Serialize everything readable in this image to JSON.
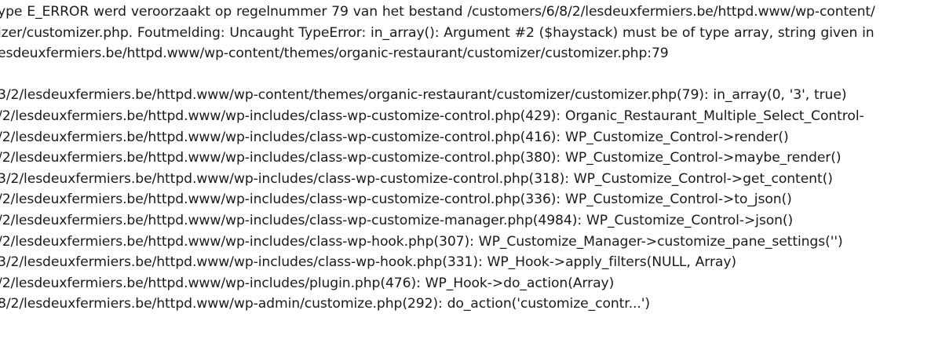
{
  "error": {
    "message_lines": [
      "ype E_ERROR werd veroorzaakt op regelnummer 79 van het bestand /customers/6/8/2/lesdeuxfermiers.be/httpd.www/wp-content/",
      "izer/customizer.php. Foutmelding: Uncaught TypeError: in_array(): Argument #2 ($haystack) must be of type array, string given in",
      "esdeuxfermiers.be/httpd.www/wp-content/themes/organic-restaurant/customizer/customizer.php:79"
    ],
    "stack_trace": [
      "3/2/lesdeuxfermiers.be/httpd.www/wp-content/themes/organic-restaurant/customizer/customizer.php(79): in_array(0, '3', true)",
      "/2/lesdeuxfermiers.be/httpd.www/wp-includes/class-wp-customize-control.php(429): Organic_Restaurant_Multiple_Select_Control-",
      "/2/lesdeuxfermiers.be/httpd.www/wp-includes/class-wp-customize-control.php(416): WP_Customize_Control->render()",
      "/2/lesdeuxfermiers.be/httpd.www/wp-includes/class-wp-customize-control.php(380): WP_Customize_Control->maybe_render()",
      "3/2/lesdeuxfermiers.be/httpd.www/wp-includes/class-wp-customize-control.php(318): WP_Customize_Control->get_content()",
      "/2/lesdeuxfermiers.be/httpd.www/wp-includes/class-wp-customize-control.php(336): WP_Customize_Control->to_json()",
      "/2/lesdeuxfermiers.be/httpd.www/wp-includes/class-wp-customize-manager.php(4984): WP_Customize_Control->json()",
      "/2/lesdeuxfermiers.be/httpd.www/wp-includes/class-wp-hook.php(307): WP_Customize_Manager->customize_pane_settings('')",
      "3/2/lesdeuxfermiers.be/httpd.www/wp-includes/class-wp-hook.php(331): WP_Hook->apply_filters(NULL, Array)",
      "/2/lesdeuxfermiers.be/httpd.www/wp-includes/plugin.php(476): WP_Hook->do_action(Array)",
      "8/2/lesdeuxfermiers.be/httpd.www/wp-admin/customize.php(292): do_action('customize_contr...')"
    ]
  }
}
